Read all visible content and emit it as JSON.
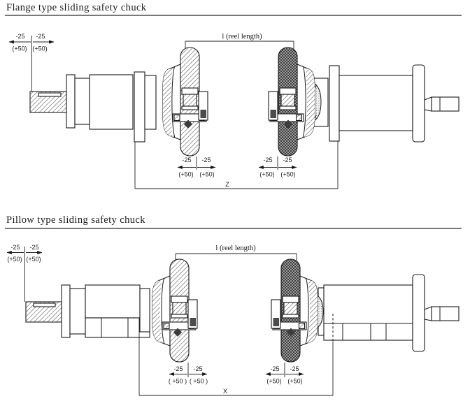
{
  "style": {
    "ink": "#1a1a1a",
    "rule_color": "#787878",
    "background": "#ffffff"
  },
  "sections": [
    {
      "title": "Flange type sliding safety chuck",
      "reel_length_label": "l (reel length)",
      "span_label": "Z",
      "dim_shaft": {
        "minus_left": "-25",
        "minus_right": "-25",
        "plus_left": "(+50)",
        "plus_right": "(+50)"
      },
      "dim_left_chuck": {
        "minus_left": "-25",
        "minus_right": "-25",
        "plus_left": "(+50)",
        "plus_right": "(+50)"
      },
      "dim_right_chuck": {
        "minus_left": "-25",
        "minus_right": "-25",
        "plus_left": "(+50)",
        "plus_right": "(+50)"
      }
    },
    {
      "title": "Pillow type sliding safety chuck",
      "reel_length_label": "l (reel length)",
      "span_label": "X",
      "dim_shaft": {
        "minus_left": "-25",
        "minus_right": "-25",
        "plus_left": "(+50)",
        "plus_right": "(+50)"
      },
      "dim_left_chuck": {
        "minus_left": "-25",
        "minus_right": "-25",
        "plus_left": "( +50 )",
        "plus_right": "( +50 )"
      },
      "dim_right_chuck": {
        "minus_left": "-25",
        "minus_right": "-25",
        "plus_left": "(+50)",
        "plus_right": "(+50)"
      }
    }
  ]
}
